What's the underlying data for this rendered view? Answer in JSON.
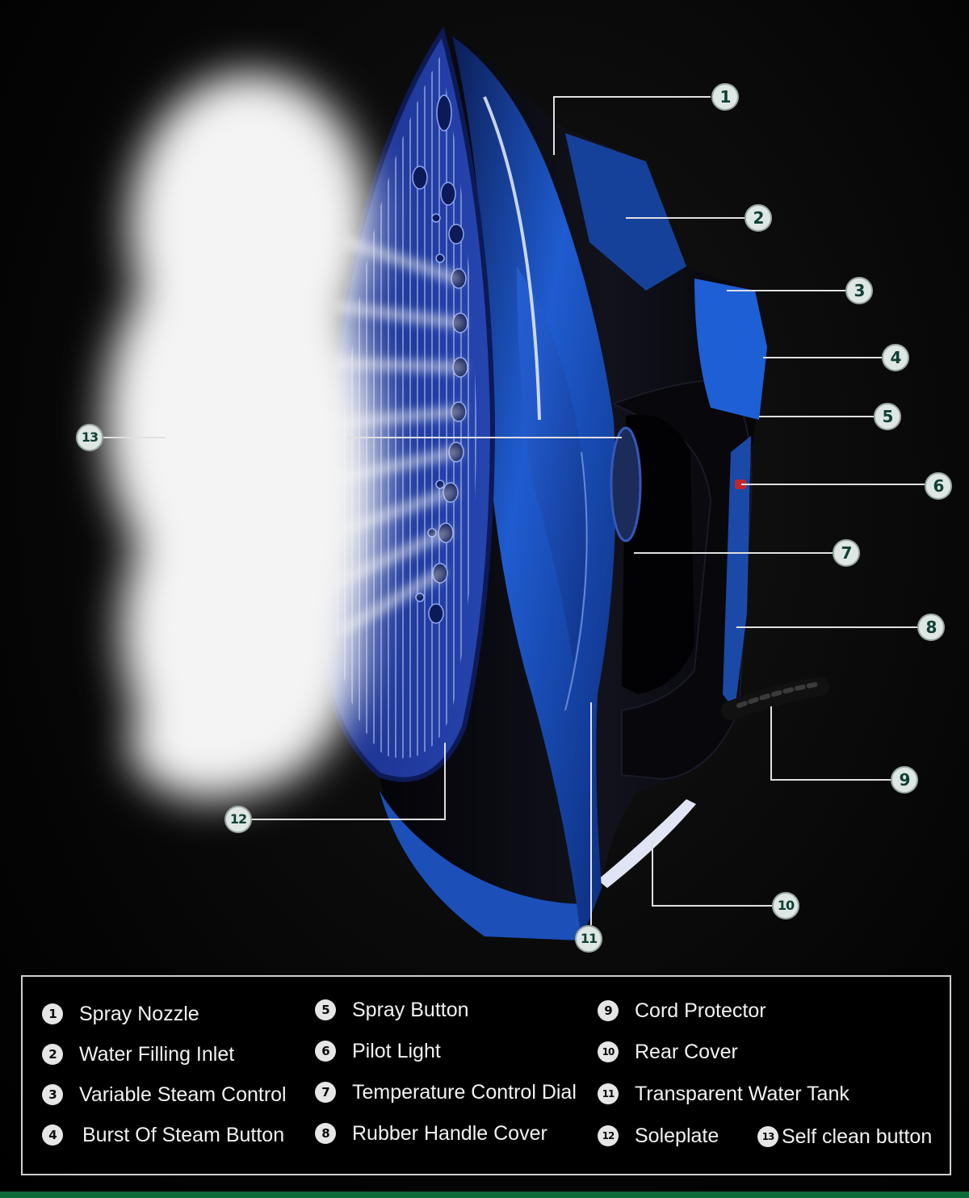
{
  "diagram": {
    "callout_numbers": [
      "1",
      "2",
      "3",
      "4",
      "5",
      "6",
      "7",
      "8",
      "9",
      "10",
      "11",
      "12",
      "13"
    ]
  },
  "legend": {
    "items": [
      {
        "num": "1",
        "label": "Spray Nozzle"
      },
      {
        "num": "2",
        "label": "Water Filling Inlet"
      },
      {
        "num": "3",
        "label": "Variable Steam Control"
      },
      {
        "num": "4",
        "label": "Burst Of Steam Button"
      },
      {
        "num": "5",
        "label": "Spray Button"
      },
      {
        "num": "6",
        "label": "Pilot Light"
      },
      {
        "num": "7",
        "label": "Temperature Control Dial"
      },
      {
        "num": "8",
        "label": "Rubber Handle Cover"
      },
      {
        "num": "9",
        "label": "Cord Protector"
      },
      {
        "num": "10",
        "label": "Rear Cover"
      },
      {
        "num": "11",
        "label": "Transparent Water Tank"
      },
      {
        "num": "12",
        "label": "Soleplate"
      },
      {
        "num": "13",
        "label": "Self clean button"
      }
    ]
  },
  "colors": {
    "background": "#000000",
    "iron_blue": "#1c4fb8",
    "iron_black": "#0a0a12",
    "steam": "#f4f4f4",
    "badge_fill": "#dfe7e4",
    "badge_text": "#0f3f35",
    "accent_strip": "#0f6a3a"
  }
}
